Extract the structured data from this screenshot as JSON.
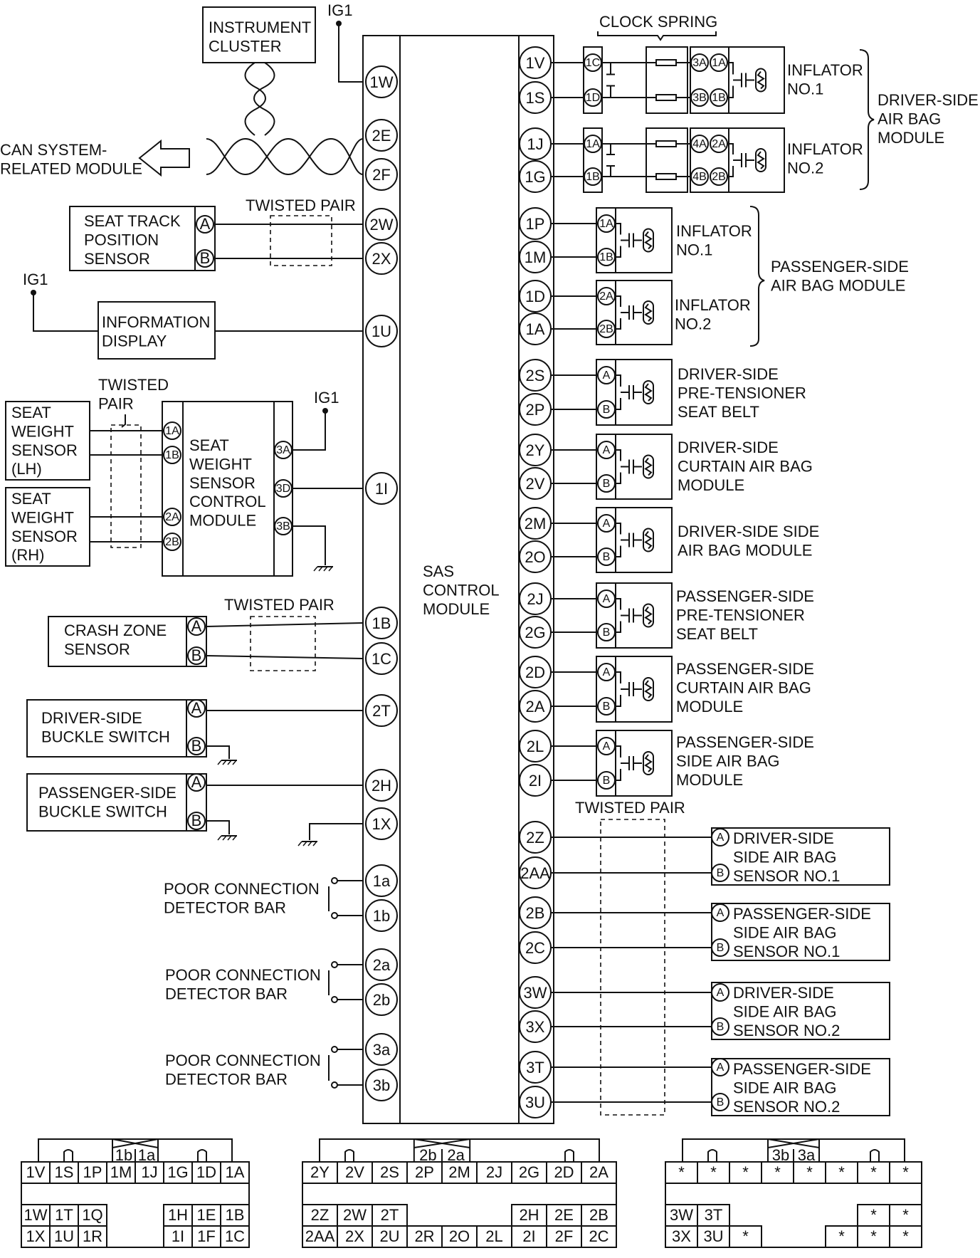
{
  "sas": {
    "name": "SAS\nCONTROL\nMODULE",
    "left_pins": [
      "1W",
      "2E",
      "2F",
      "2W",
      "2X",
      "1U",
      "1I",
      "1B",
      "1C",
      "2T",
      "2H",
      "1X",
      "1a",
      "1b",
      "2a",
      "2b",
      "3a",
      "3b"
    ],
    "right_pins": [
      "1V",
      "1S",
      "1J",
      "1G",
      "1P",
      "1M",
      "1D",
      "1A",
      "2S",
      "2P",
      "2Y",
      "2V",
      "2M",
      "2O",
      "2J",
      "2G",
      "2D",
      "2A",
      "2L",
      "2I",
      "2Z",
      "2AA",
      "2B",
      "2C",
      "3W",
      "3X",
      "3T",
      "3U"
    ]
  },
  "left_components": {
    "instrument_cluster": "INSTRUMENT\nCLUSTER",
    "can_module": "CAN SYSTEM-\nRELATED MODULE",
    "seat_track": "SEAT TRACK\nPOSITION\nSENSOR",
    "information_display": "INFORMATION\nDISPLAY",
    "seat_weight_lh": "SEAT\nWEIGHT\nSENSOR\n(LH)",
    "seat_weight_rh": "SEAT\nWEIGHT\nSENSOR\n(RH)",
    "seat_weight_control": "SEAT\nWEIGHT\nSENSOR\nCONTROL\nMODULE",
    "crash_zone": "CRASH ZONE\nSENSOR",
    "driver_buckle": "DRIVER-SIDE\nBUCKLE SWITCH",
    "passenger_buckle": "PASSENGER-SIDE\nBUCKLE SWITCH",
    "poor_connection": "POOR CONNECTION\nDETECTOR BAR"
  },
  "labels": {
    "ig1": "IG1",
    "twisted_pair": "TWISTED PAIR",
    "twisted_pair_split": "TWISTED\nPAIR",
    "clock_spring": "CLOCK SPRING"
  },
  "terminals": {
    "A": "A",
    "B": "B",
    "sw_1A": "1A",
    "sw_1B": "1B",
    "sw_2A": "2A",
    "sw_2B": "2B",
    "sw_3A": "3A",
    "sw_3D": "3D",
    "sw_3B": "3B",
    "cs_1C": "1C",
    "cs_1D": "1D",
    "cs_3A": "3A",
    "cs_3B": "3B",
    "cs_1A": "1A",
    "cs_1B": "1B",
    "cs_4A": "4A",
    "cs_4B": "4B",
    "cs_2A": "2A",
    "cs_2B": "2B"
  },
  "right_components": {
    "inflator_no1": "INFLATOR\nNO.1",
    "inflator_no2": "INFLATOR\nNO.2",
    "driver_airbag": "DRIVER-SIDE\nAIR BAG\nMODULE",
    "passenger_airbag": "PASSENGER-SIDE\nAIR BAG MODULE",
    "driver_pretensioner": "DRIVER-SIDE\nPRE-TENSIONER\nSEAT BELT",
    "driver_curtain": "DRIVER-SIDE\nCURTAIN AIR BAG\nMODULE",
    "driver_side_airbag": "DRIVER-SIDE SIDE\nAIR BAG MODULE",
    "passenger_pretensioner": "PASSENGER-SIDE\nPRE-TENSIONER\nSEAT BELT",
    "passenger_curtain": "PASSENGER-SIDE\nCURTAIN AIR BAG\nMODULE",
    "passenger_side_airbag": "PASSENGER-SIDE\nSIDE AIR BAG\nMODULE",
    "driver_sensor_no1": "DRIVER-SIDE\nSIDE AIR BAG\nSENSOR NO.1",
    "passenger_sensor_no1": "PASSENGER-SIDE\nSIDE AIR BAG\nSENSOR NO.1",
    "driver_sensor_no2": "DRIVER-SIDE\nSIDE AIR BAG\nSENSOR NO.2",
    "passenger_sensor_no2": "PASSENGER-SIDE\nSIDE AIR BAG\nSENSOR NO.2"
  },
  "connectors": [
    {
      "tabs": [
        "1b",
        "1a"
      ],
      "row1": [
        "1V",
        "1S",
        "1P",
        "1M",
        "1J",
        "1G",
        "1D",
        "1A"
      ],
      "row2": [
        "1W",
        "1T",
        "1Q",
        "",
        "",
        "1H",
        "1E",
        "1B"
      ],
      "row3": [
        "1X",
        "1U",
        "1R",
        "",
        "",
        "1I",
        "1F",
        "1C"
      ]
    },
    {
      "tabs": [
        "2b",
        "2a"
      ],
      "row1": [
        "2Y",
        "2V",
        "2S",
        "2P",
        "2M",
        "2J",
        "2G",
        "2D",
        "2A"
      ],
      "row2": [
        "2Z",
        "2W",
        "2T",
        "",
        "",
        "",
        "2H",
        "2E",
        "2B"
      ],
      "row3": [
        "2AA",
        "2X",
        "2U",
        "2R",
        "2O",
        "2L",
        "2I",
        "2F",
        "2C"
      ]
    },
    {
      "tabs": [
        "3b",
        "3a"
      ],
      "row1": [
        "*",
        "*",
        "*",
        "*",
        "*",
        "*",
        "*",
        "*"
      ],
      "row2": [
        "3W",
        "3T",
        "",
        "",
        "",
        "",
        "*",
        "*"
      ],
      "row3": [
        "3X",
        "3U",
        "*",
        "",
        "",
        "*",
        "*",
        "*"
      ]
    }
  ]
}
